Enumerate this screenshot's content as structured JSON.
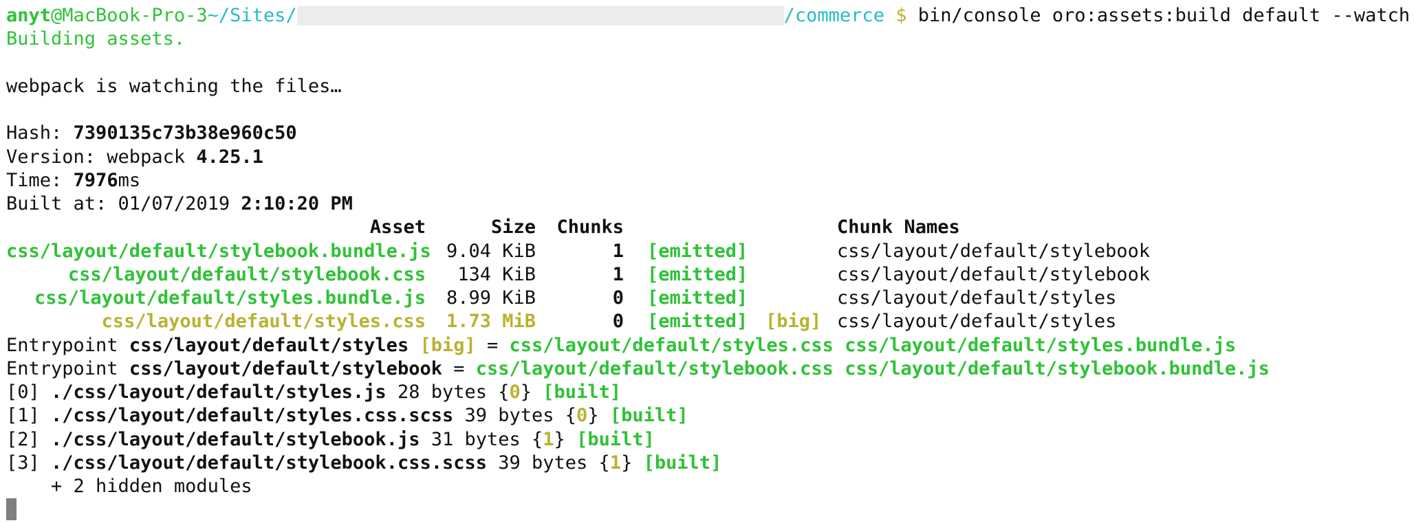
{
  "prompt": {
    "user": "anyt",
    "host": "@MacBook-Pro-3",
    "path_start": "~/Sites/",
    "path_end": "/commerce",
    "symbol": "$",
    "command": "bin/console oro:assets:build default --watch"
  },
  "status": {
    "building": "Building assets.",
    "watching": "webpack is watching the files…"
  },
  "stats": {
    "hash_label": "Hash: ",
    "hash": "7390135c73b38e960c50",
    "version_label": "Version: webpack ",
    "version": "4.25.1",
    "time_label": "Time: ",
    "time": "7976",
    "time_unit": "ms",
    "built_label": "Built at: 01/07/2019 ",
    "built_time": "2:10:20 PM"
  },
  "table": {
    "headers": {
      "asset": "Asset",
      "size": "Size",
      "chunks": "Chunks",
      "chunk_names": "Chunk Names"
    },
    "rows": [
      {
        "asset": "css/layout/default/stylebook.bundle.js",
        "size": "9.04 KiB",
        "chunks": "1",
        "emitted": "[emitted]",
        "big": "",
        "names": "css/layout/default/stylebook"
      },
      {
        "asset": "css/layout/default/stylebook.css",
        "size": "134 KiB",
        "chunks": "1",
        "emitted": "[emitted]",
        "big": "",
        "names": "css/layout/default/stylebook"
      },
      {
        "asset": "css/layout/default/styles.bundle.js",
        "size": "8.99 KiB",
        "chunks": "0",
        "emitted": "[emitted]",
        "big": "",
        "names": "css/layout/default/styles"
      },
      {
        "asset": "css/layout/default/styles.css",
        "size": "1.73 MiB",
        "chunks": "0",
        "emitted": "[emitted]",
        "big": "[big]",
        "names": "css/layout/default/styles"
      }
    ]
  },
  "entrypoints": [
    {
      "label": "Entrypoint ",
      "name": "css/layout/default/styles",
      "big": "[big]",
      "eq": " = ",
      "file1": "css/layout/default/styles.css",
      "file2": "css/layout/default/styles.bundle.js"
    },
    {
      "label": "Entrypoint ",
      "name": "css/layout/default/stylebook",
      "big": "",
      "eq": " = ",
      "file1": "css/layout/default/stylebook.css",
      "file2": "css/layout/default/stylebook.bundle.js"
    }
  ],
  "modules": [
    {
      "index": "[0] ",
      "path": "./css/layout/default/styles.js",
      "bytes": " 28 bytes {",
      "chunk": "0",
      "close": "} ",
      "built": "[built]"
    },
    {
      "index": "[1] ",
      "path": "./css/layout/default/styles.css.scss",
      "bytes": " 39 bytes {",
      "chunk": "0",
      "close": "} ",
      "built": "[built]"
    },
    {
      "index": "[2] ",
      "path": "./css/layout/default/stylebook.js",
      "bytes": " 31 bytes {",
      "chunk": "1",
      "close": "} ",
      "built": "[built]"
    },
    {
      "index": "[3] ",
      "path": "./css/layout/default/stylebook.css.scss",
      "bytes": " 39 bytes {",
      "chunk": "1",
      "close": "} ",
      "built": "[built]"
    }
  ],
  "hidden_modules": "    + 2 hidden modules",
  "colors": {
    "green": "#2fc237",
    "cyan": "#23bcc8",
    "yellow": "#b9b232",
    "text": "#111111",
    "background": "#ffffff"
  }
}
